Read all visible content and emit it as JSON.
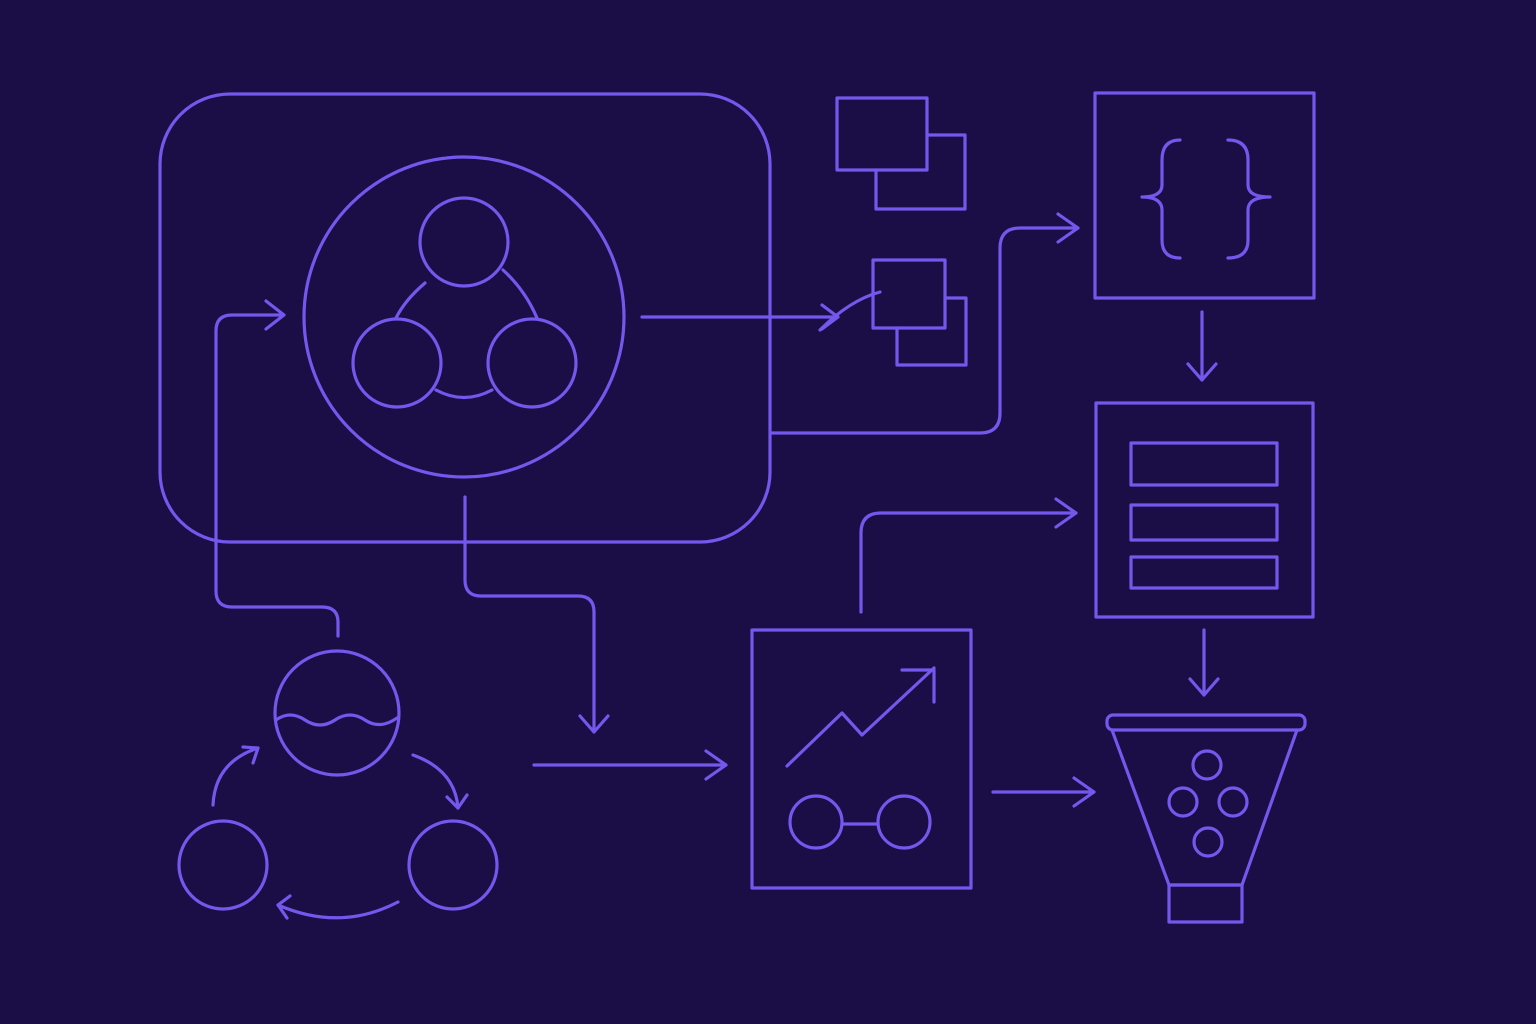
{
  "diagram": {
    "background_color": "#1b0d45",
    "stroke_color": "#7457ec",
    "nodes": [
      {
        "id": "team-hub",
        "icon": "people-group-icon"
      },
      {
        "id": "copy-top",
        "icon": "copy-icon"
      },
      {
        "id": "copy-middle",
        "icon": "copy-icon"
      },
      {
        "id": "code-block",
        "icon": "curly-braces-icon"
      },
      {
        "id": "list-panel",
        "icon": "list-icon"
      },
      {
        "id": "analytics",
        "icon": "trend-chart-icon"
      },
      {
        "id": "funnel",
        "icon": "funnel-icon"
      },
      {
        "id": "cycle",
        "icon": "cycle-icon"
      }
    ]
  }
}
